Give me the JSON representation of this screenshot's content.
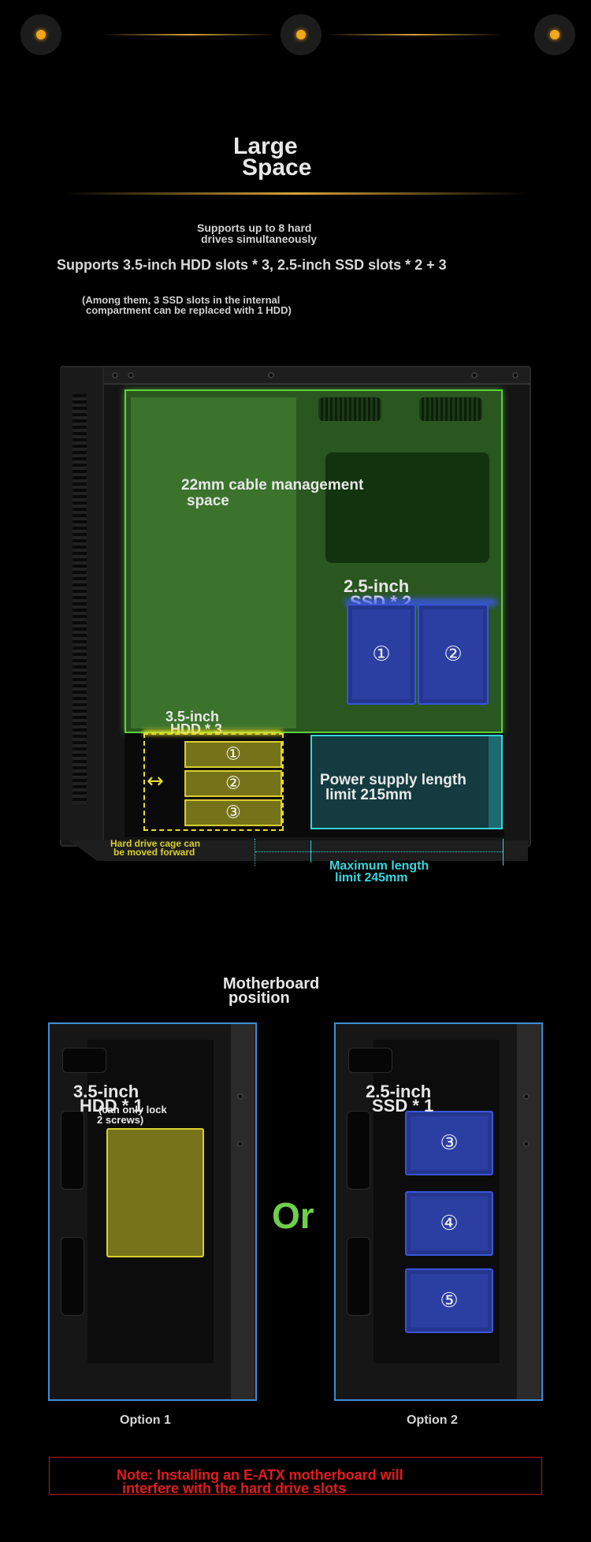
{
  "heading": {
    "line1": "Large",
    "line2": "Space"
  },
  "summary": {
    "drives_line1": "Supports up to 8 hard",
    "drives_line2": "drives simultaneously",
    "slots": "Supports 3.5-inch HDD slots * 3, 2.5-inch SSD slots * 2 + 3",
    "note_line1": "(Among them, 3 SSD slots in the internal",
    "note_line2": "compartment can be replaced with 1 HDD)"
  },
  "diagram": {
    "cable_line1": "22mm cable management",
    "cable_line2": "space",
    "ssd_line1": "2.5-inch",
    "ssd_line2": "SSD * 2",
    "ssd_numbers": [
      "①",
      "②"
    ],
    "hdd_line1": "3.5-inch",
    "hdd_line2": "HDD * 3",
    "hdd_numbers": [
      "①",
      "②",
      "③"
    ],
    "psu_line1": "Power supply length",
    "psu_line2": "limit 215mm",
    "cage_line1": "Hard drive cage can",
    "cage_line2": "be moved forward",
    "maxlen_line1": "Maximum length",
    "maxlen_line2": "limit 245mm",
    "arrow": "↔"
  },
  "motherboard": {
    "title_line1": "Motherboard",
    "title_line2": "position",
    "option1": {
      "line1": "3.5-inch",
      "line2": "HDD * 1",
      "sub_line1": "(can only lock",
      "sub_line2": "2 screws)",
      "label": "Option 1"
    },
    "or": "Or",
    "option2": {
      "line1": "2.5-inch",
      "line2": "SSD * 1",
      "numbers": [
        "③",
        "④",
        "⑤"
      ],
      "label": "Option 2"
    }
  },
  "warning": {
    "line1": "Note: Installing an E-ATX motherboard will",
    "line2": "interfere with the hard drive slots"
  },
  "colors": {
    "gold": "#d6a33a",
    "green_zone": "#5ed23a",
    "ssd_blue": "#2b3fa3",
    "hdd_yellow": "#d8cf2c",
    "psu_cyan": "#35d6e0",
    "or_green": "#6fcf4a",
    "warning_red": "#e41b1b"
  }
}
